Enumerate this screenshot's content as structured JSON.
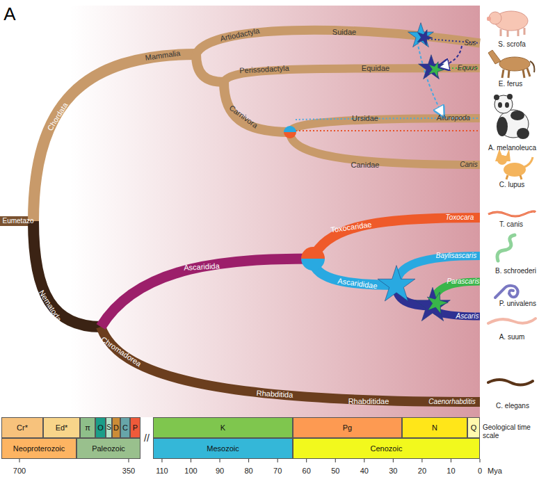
{
  "diagram": {
    "nodes": [
      {
        "text": [
          "Cr*"
        ]
      },
      {
        "text": [
          "Ed*"
        ]
      },
      {
        "text": [
          "π"
        ]
      },
      {
        "text": [
          "O"
        ]
      },
      {
        "text": [
          "S"
        ]
      },
      {
        "text": [
          "D"
        ]
      },
      {
        "text": [
          "C"
        ]
      },
      {
        "text": [
          "P"
        ]
      },
      {
        "text": [
          "Neoproterozoic"
        ]
      },
      {
        "text": [
          "Paleozoic"
        ]
      },
      {
        "text": [
          "K"
        ]
      },
      {
        "text": [
          "Pg"
        ]
      },
      {
        "text": [
          "N"
        ]
      },
      {
        "text": [
          "Q"
        ]
      },
      {
        "text": [
          "Mesozoic"
        ]
      },
      {
        "text": [
          "Cenozoic"
        ]
      }
    ],
    "labels": [
      "A",
      "Eumetazo",
      "Chordata",
      "Mammalia",
      "Artiodactyla",
      "Suidae",
      "Sus",
      "S. scrofa",
      "Perissodactyla",
      "Equidae",
      "Equus",
      "E. ferus",
      "Carnivora",
      "Ursidae",
      "Ailuropoda",
      "A. melanoleuca",
      "Canidae",
      "Canis",
      "C. lupus",
      "Nematoda",
      "Chromadorea",
      "Ascaridida",
      "Toxocaridae",
      "Toxocara",
      "T. canis",
      "Ascarididae",
      "Baylisascaris",
      "B. schroederi",
      "Parascaris",
      "P. univalens",
      "Ascaris",
      "A. suum",
      "Rhabditida",
      "Rhabditidae",
      "Caenorhabditis",
      "C. elegans",
      "//",
      "Geological time scale",
      "700",
      "350",
      "110",
      "100",
      "90",
      "80",
      "70",
      "60",
      "50",
      "40",
      "30",
      "20",
      "10",
      "0",
      "Mya"
    ]
  }
}
